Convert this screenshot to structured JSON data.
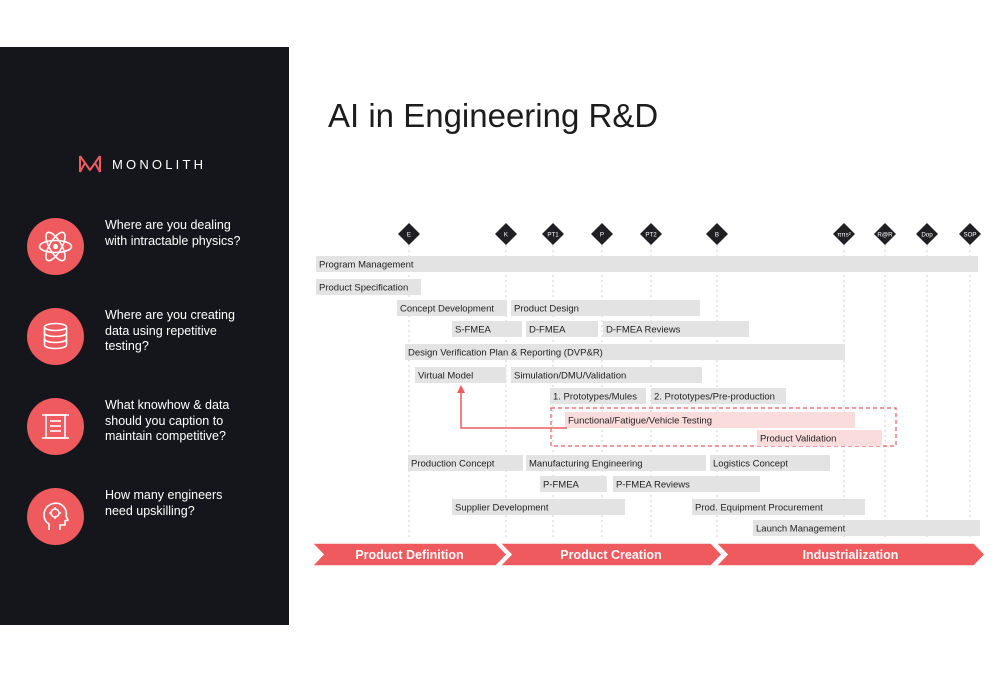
{
  "brand": {
    "name": "MONOLITH"
  },
  "title": "AI in Engineering R&D",
  "accent_color": "#ee5a5e",
  "sidebar": {
    "questions": [
      {
        "icon": "atom-icon",
        "text": [
          "Where are you dealing",
          "with intractable physics?"
        ]
      },
      {
        "icon": "database-icon",
        "text": [
          "Where are you creating",
          "data using repetitive",
          "testing?"
        ]
      },
      {
        "icon": "scroll-icon",
        "text": [
          "What knowhow & data",
          "should you caption to",
          "maintain competitive?"
        ]
      },
      {
        "icon": "head-gear-icon",
        "text": [
          "How many engineers",
          "need upskilling?"
        ]
      }
    ]
  },
  "milestones": [
    "E",
    "K",
    "PT1",
    "P",
    "PT2",
    "B",
    "ππs²",
    "R@R",
    "Dop",
    "SOP"
  ],
  "bars": [
    {
      "label": "Program Management",
      "style": "gray"
    },
    {
      "label": "Product Specification",
      "style": "gray"
    },
    {
      "label": "Concept Development",
      "style": "gray"
    },
    {
      "label": "Product Design",
      "style": "gray"
    },
    {
      "label": "S-FMEA",
      "style": "gray"
    },
    {
      "label": "D-FMEA",
      "style": "gray"
    },
    {
      "label": "D-FMEA Reviews",
      "style": "gray"
    },
    {
      "label": "Design Verification Plan & Reporting (DVP&R)",
      "style": "gray"
    },
    {
      "label": "Virtual Model",
      "style": "gray"
    },
    {
      "label": "Simulation/DMU/Validation",
      "style": "gray"
    },
    {
      "label": "1. Prototypes/Mules",
      "style": "gray"
    },
    {
      "label": "2. Prototypes/Pre-production",
      "style": "gray"
    },
    {
      "label": "Functional/Fatigue/Vehicle Testing",
      "style": "pink"
    },
    {
      "label": "Product Validation",
      "style": "pink"
    },
    {
      "label": "Production Concept",
      "style": "gray"
    },
    {
      "label": "Manufacturing Engineering",
      "style": "gray"
    },
    {
      "label": "Logistics Concept",
      "style": "gray"
    },
    {
      "label": "P-FMEA",
      "style": "gray"
    },
    {
      "label": "P-FMEA Reviews",
      "style": "gray"
    },
    {
      "label": "Supplier Development",
      "style": "gray"
    },
    {
      "label": "Prod. Equipment Procurement",
      "style": "gray"
    },
    {
      "label": "Launch Management",
      "style": "gray"
    }
  ],
  "phases": [
    "Product Definition",
    "Product Creation",
    "Industrialization"
  ]
}
